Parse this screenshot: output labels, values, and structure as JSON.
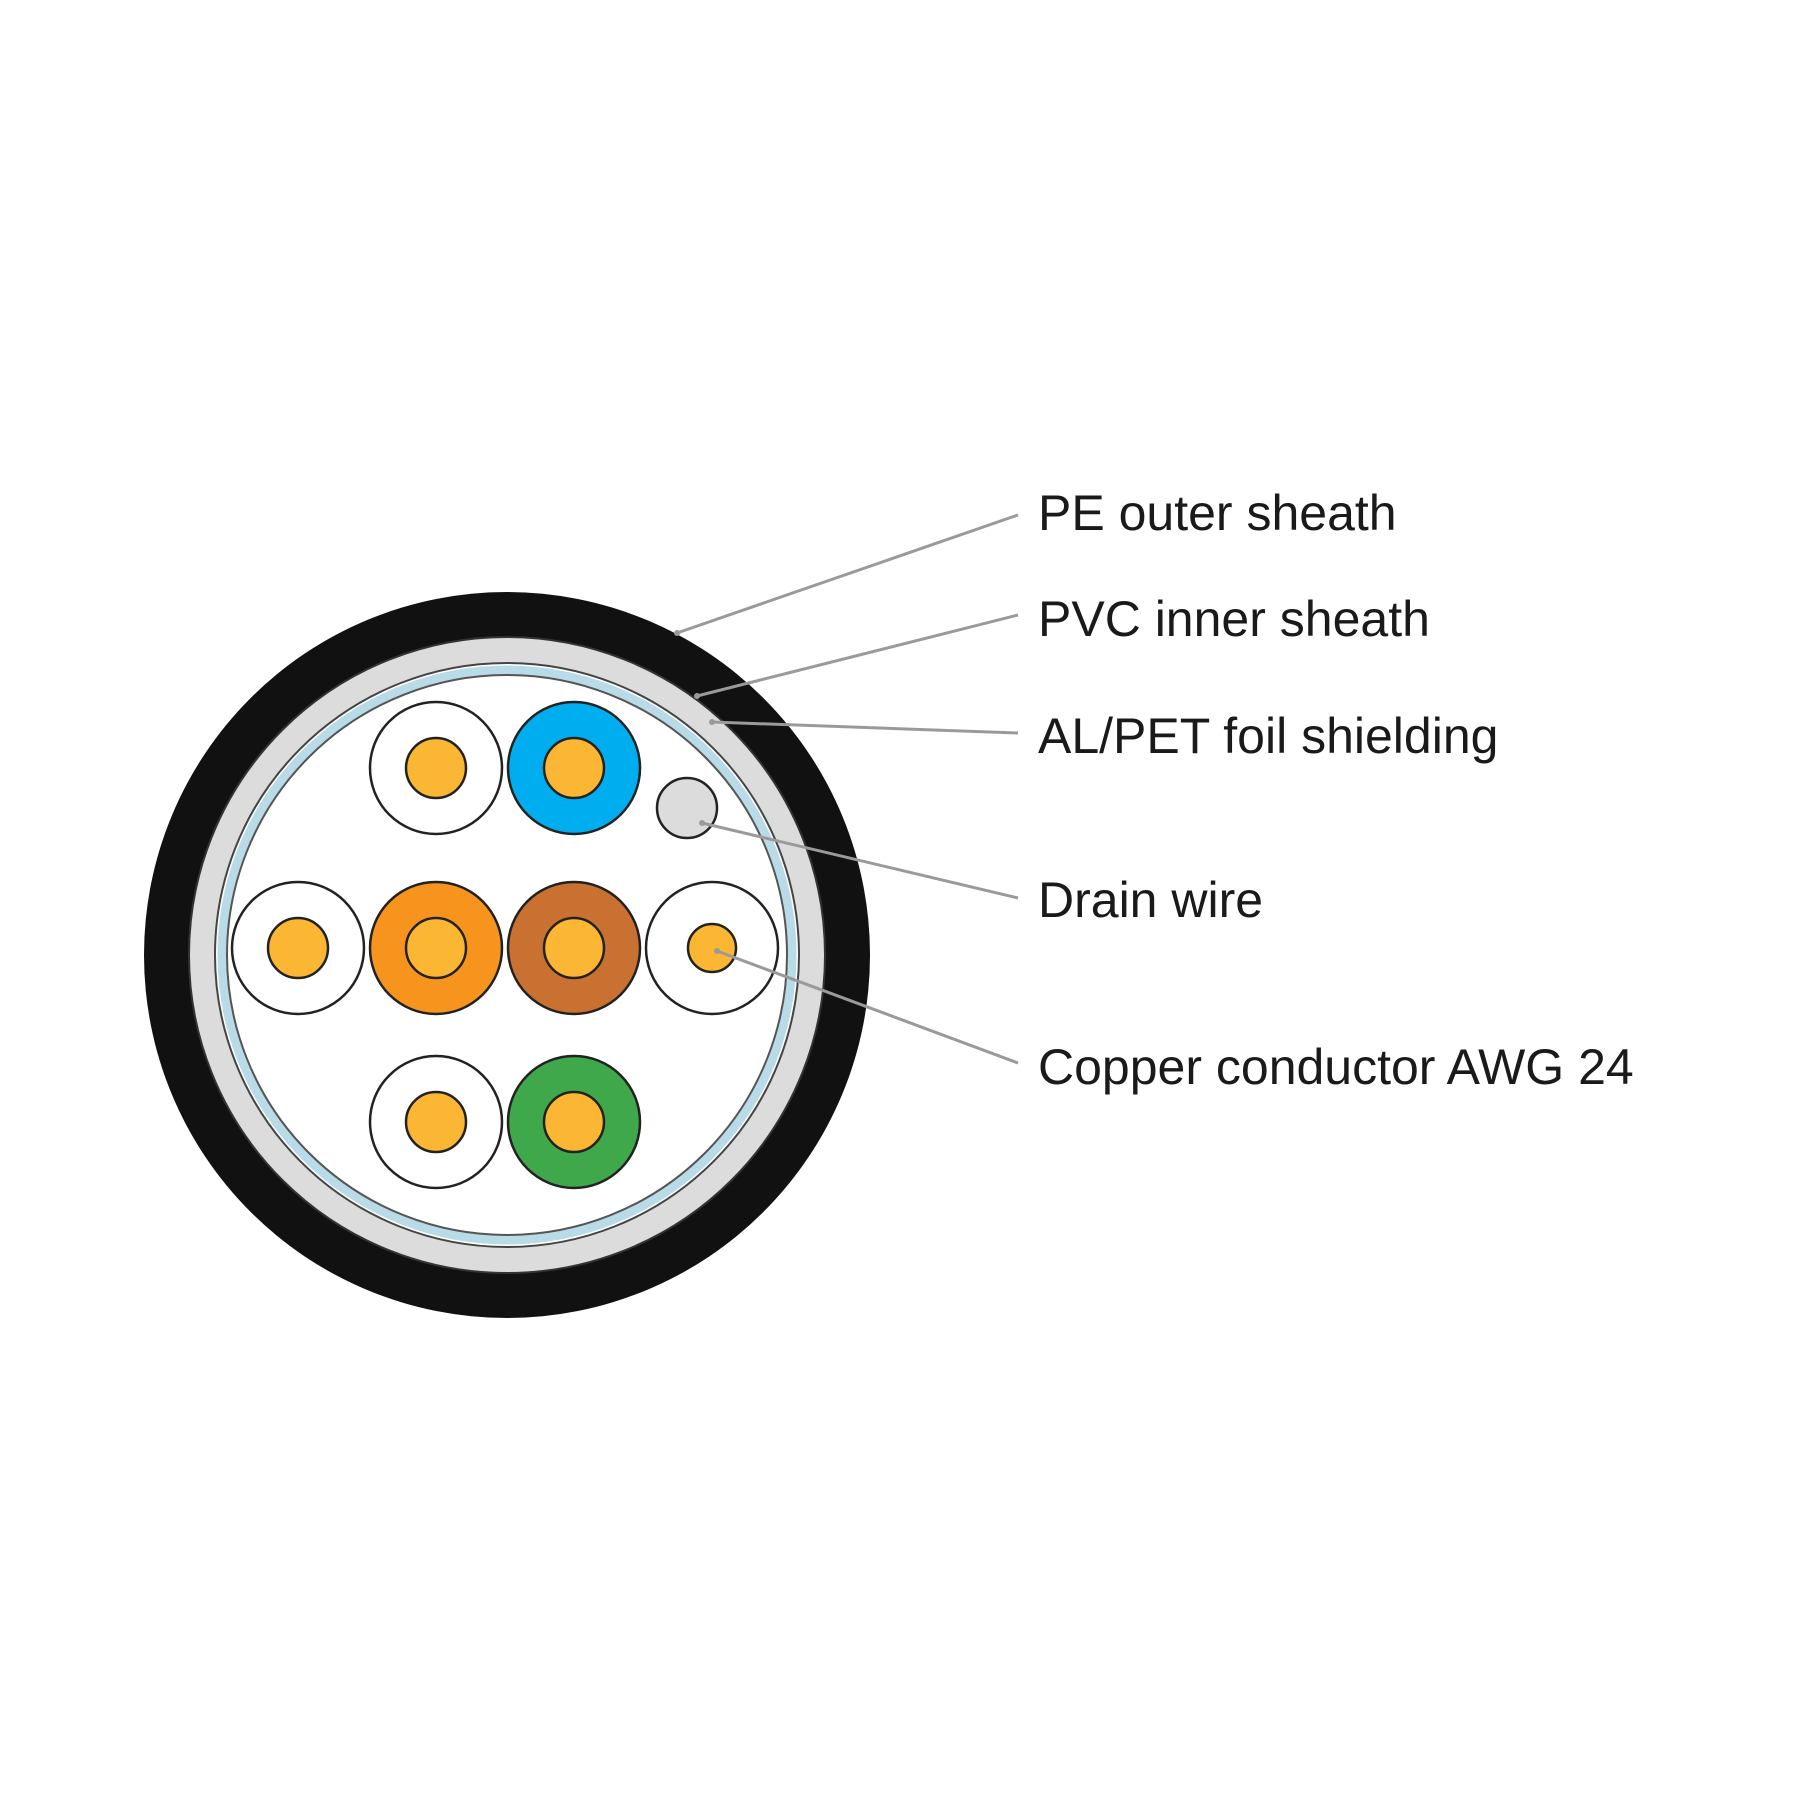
{
  "labels": {
    "pe_outer_sheath": "PE outer sheath",
    "pvc_inner_sheath": "PVC inner sheath",
    "foil_shielding": "AL/PET foil shielding",
    "drain_wire": "Drain wire",
    "copper_conductor": "Copper conductor AWG 24"
  },
  "colors": {
    "outer_sheath": "#111111",
    "inner_sheath": "#dcdcdc",
    "foil": "#b9dbe8",
    "copper": "#fbb634",
    "white_insulation": "#ffffff",
    "blue_insulation": "#00aeef",
    "orange_insulation": "#f7941d",
    "brown_insulation": "#c87131",
    "green_insulation": "#3ea84a",
    "drain_wire": "#dcdcdc",
    "leader_line": "#9a9a9a"
  },
  "pairs": [
    "white-blue",
    "white-orange",
    "white-brown",
    "white-green"
  ]
}
